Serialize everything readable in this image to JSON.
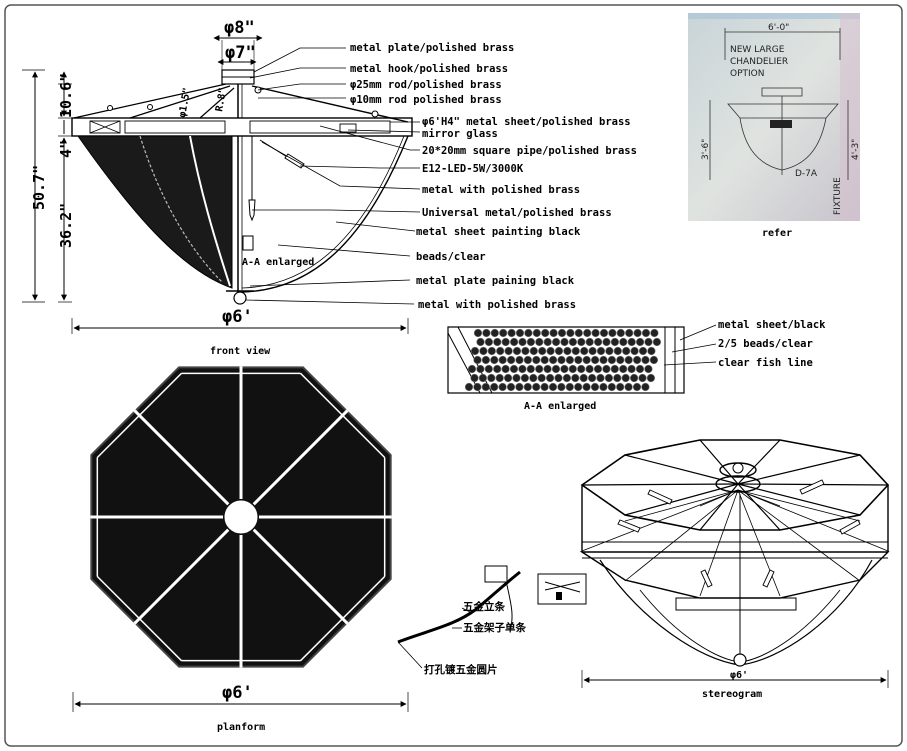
{
  "front_view": {
    "dims": {
      "top_outer": "φ8\"",
      "top_inner": "φ7\"",
      "height_top": "10.6\"",
      "height_band": "4\"",
      "height_total": "50.7\"",
      "height_bowl": "36.2\"",
      "width": "φ6'",
      "rod_a": "φ1.5\"",
      "rod_b": "R.8\""
    },
    "callouts": [
      "metal plate/polished brass",
      "metal hook/polished brass",
      "φ25mm rod/polished brass",
      "φ10mm rod polished brass",
      "φ6'H4\" metal sheet/polished brass",
      "mirror glass",
      "20*20mm square pipe/polished brass",
      "E12-LED-5W/3000K",
      "metal with polished brass",
      "Universal metal/polished brass",
      "metal sheet painting black",
      "beads/clear",
      "metal plate paining black",
      "metal with polished brass"
    ],
    "section_marker": "A-A enlarged",
    "caption": "front view"
  },
  "reference": {
    "photo_text": {
      "dim_top": "6'-0\"",
      "line1": "NEW LARGE",
      "line2": "CHANDELIER",
      "line3": "OPTION",
      "left_dim": "3'-6\"",
      "right_dim": "4'-3\"",
      "code": "D-7A",
      "side": "FIXTURE"
    },
    "caption": "refer"
  },
  "section_aa": {
    "callouts": [
      "metal sheet/black",
      "2/5 beads/clear",
      "clear fish line"
    ],
    "caption": "A-A enlarged"
  },
  "planform": {
    "dim": "φ6'",
    "caption": "planform"
  },
  "detail": {
    "callouts": [
      "五金立条",
      "五金架子单条",
      "打孔镀五金圆片"
    ]
  },
  "stereogram": {
    "dim": "φ6'",
    "caption": "stereogram"
  }
}
